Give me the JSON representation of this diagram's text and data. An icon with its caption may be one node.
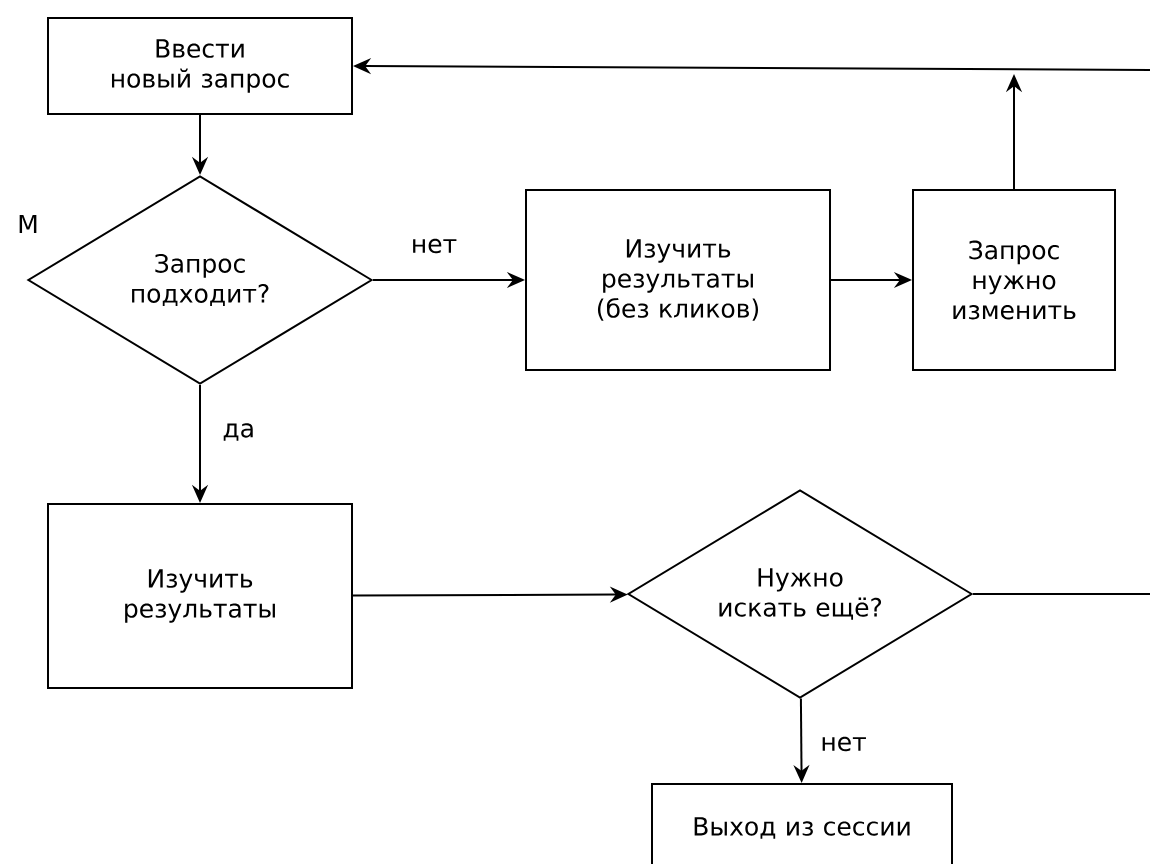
{
  "diagram": {
    "nodes": [
      {
        "text": [
          "Ввести новый запрос"
        ]
      },
      {
        "text": [
          "Запрос подходит?"
        ]
      },
      {
        "text": [
          "Изучить результаты (без кликов)"
        ]
      },
      {
        "text": [
          "Запрос нужно изменить"
        ]
      },
      {
        "text": [
          "Изучить результаты"
        ]
      },
      {
        "text": [
          "Нужно искать ещё?"
        ]
      },
      {
        "text": [
          "Выход из сессии"
        ]
      }
    ],
    "edges": [
      {
        "from": 0,
        "to": 1,
        "arrow": "to"
      },
      {
        "from": 1,
        "to": 2,
        "arrow": "to",
        "label": "нет"
      },
      {
        "from": 2,
        "to": 3,
        "arrow": "to"
      },
      {
        "from": 3,
        "to": null,
        "arrow": "to"
      },
      {
        "from": null,
        "to": 0,
        "arrow": "to"
      },
      {
        "from": 1,
        "to": 4,
        "arrow": "to",
        "label": "да"
      },
      {
        "from": 4,
        "to": 5,
        "arrow": "to"
      },
      {
        "from": 5,
        "to": null,
        "arrow": "none"
      },
      {
        "from": 5,
        "to": 6,
        "arrow": "to",
        "label": "нет"
      }
    ],
    "labels": [
      "M"
    ]
  }
}
